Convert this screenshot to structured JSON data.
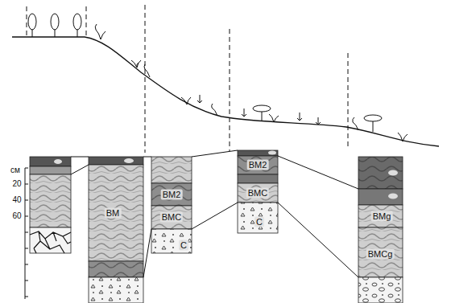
{
  "diagram": {
    "labels": [
      "см",
      "20",
      "40",
      "60",
      "BM",
      "BM2",
      "BMC",
      "C",
      "BM2",
      "BMC",
      "C",
      "BMg",
      "BMCg"
    ]
  }
}
